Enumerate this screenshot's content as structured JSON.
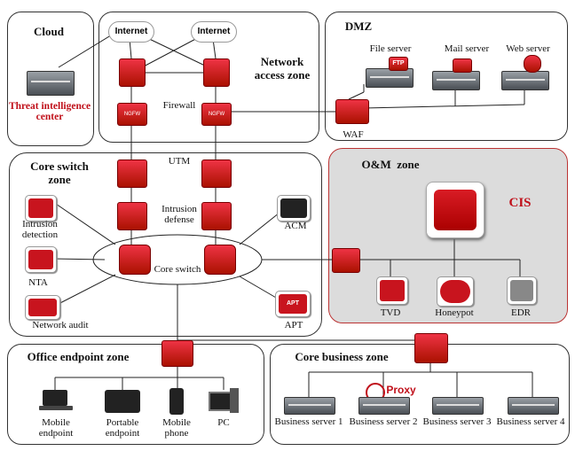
{
  "zones": {
    "cloud": "Cloud",
    "network_access": "Network access zone",
    "dmz": "DMZ",
    "core_switch": "Core switch zone",
    "om": "O&M  zone",
    "office_endpoint": "Office endpoint zone",
    "core_business": "Core business zone"
  },
  "labels": {
    "threat_intel": "Threat intelligence center",
    "internet1": "Internet",
    "internet2": "Internet",
    "firewall": "Firewall",
    "file_server": "File server",
    "mail_server": "Mail server",
    "web_server": "Web server",
    "waf": "WAF",
    "utm": "UTM",
    "intrusion_defense": "Intrusion defense",
    "intrusion_detection": "Intrusion detection",
    "nta": "NTA",
    "network_audit": "Network audit",
    "core_switch": "Core switch",
    "acm": "ACM",
    "apt": "APT",
    "cis": "CIS",
    "tvd": "TVD",
    "honeypot": "Honeypot",
    "edr": "EDR",
    "mobile_endpoint": "Mobile endpoint",
    "portable_endpoint": "Portable endpoint",
    "mobile_phone": "Mobile phone",
    "pc": "PC",
    "proxy": "Proxy",
    "bs1": "Business server 1",
    "bs2": "Business server 2",
    "bs3": "Business server 3",
    "bs4": "Business server 4"
  },
  "device_text": {
    "ftp": "FTP",
    "ngfw": "NGFW",
    "apt_tag": "APT"
  },
  "colors": {
    "accent_red": "#c0101a",
    "om_background": "#dcdcdc"
  }
}
